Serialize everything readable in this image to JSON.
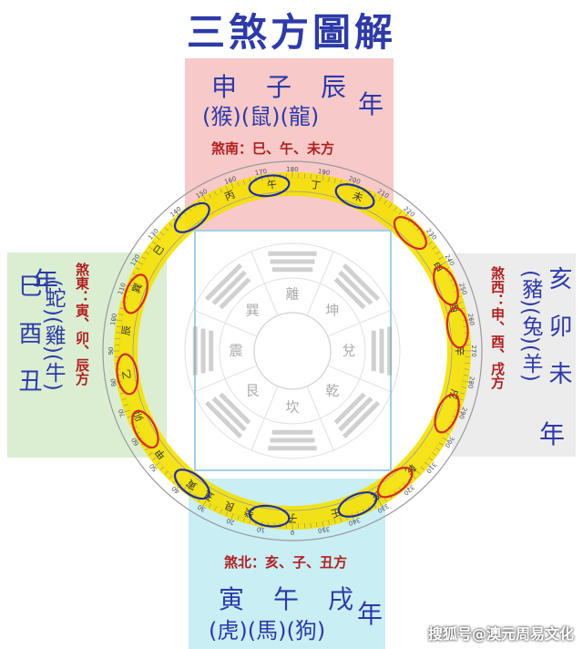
{
  "title": "三煞方圖解",
  "top": {
    "branches": "申　子　辰",
    "animals": "(猴)(鼠)(龍)",
    "year": "年",
    "sha": "煞南：巳、午、未方"
  },
  "left": {
    "branches": "巳　酉　丑",
    "animals": "(蛇)(雞)(牛)",
    "year": "年",
    "sha": "煞東：寅、卯、辰方"
  },
  "right": {
    "branches": "亥　卯　未",
    "animals": "(豬)(兔)(羊)",
    "year": "年",
    "sha": "煞西：申、酉、戌方"
  },
  "bottom": {
    "branches": "寅　午　戌",
    "animals": "(虎)(馬)(狗)",
    "year": "年",
    "sha": "煞北：亥、子、丑方"
  },
  "ring_chars": {
    "top": [
      "丙",
      "午",
      "丁",
      "未"
    ],
    "right": [
      "申",
      "酉",
      "辛",
      "戌"
    ],
    "bottom": [
      "乾",
      "亥",
      "壬",
      "子",
      "癸",
      "丑"
    ],
    "left": [
      "艮",
      "寅",
      "甲",
      "卯",
      "乙",
      "辰",
      "巽",
      "巳"
    ]
  },
  "degree_ticks": [
    "170",
    "180",
    "190",
    "200",
    "210",
    "220",
    "230",
    "240",
    "250",
    "260",
    "270",
    "280",
    "290",
    "300",
    "310",
    "320",
    "330",
    "340",
    "350",
    "0",
    "10",
    "20",
    "30",
    "40",
    "50",
    "60",
    "70",
    "80",
    "90",
    "100",
    "110",
    "120",
    "130",
    "140",
    "150",
    "160"
  ],
  "bagua": [
    "離",
    "坤",
    "兌",
    "乾",
    "坎",
    "艮",
    "震",
    "巽"
  ],
  "colors": {
    "title": "#2d3aa8",
    "band": "#f5e000",
    "red_ellipse": "#d22b2b",
    "blue_ellipse": "#1f2fa8",
    "top_panel": "#f7c9c9",
    "left_panel": "#dbeed2",
    "right_panel": "#ececec",
    "bottom_panel": "#c9eef4"
  },
  "watermark": "搜狐号@澳元周易文化"
}
